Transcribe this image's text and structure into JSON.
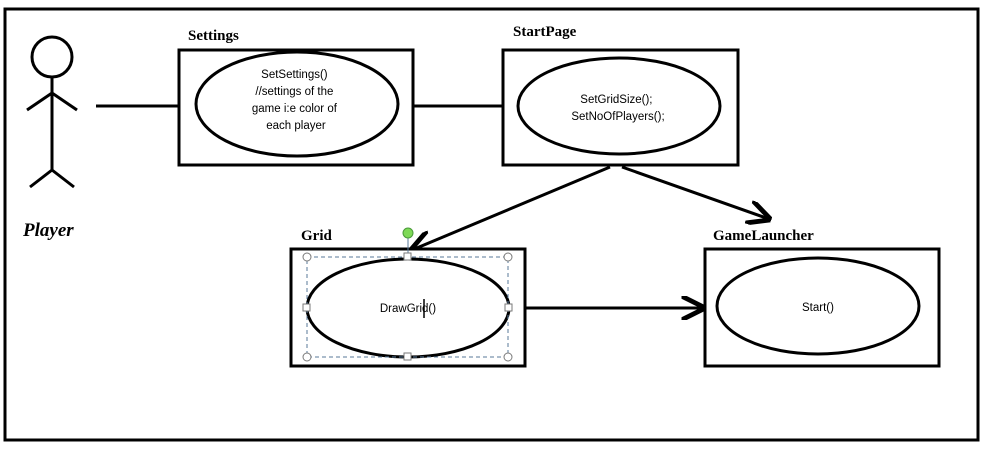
{
  "actor": {
    "label": "Player"
  },
  "boxes": {
    "settings": {
      "title": "Settings",
      "lines": [
        "SetSettings()",
        "//settings of the",
        "game i:e color of",
        "each player"
      ]
    },
    "startpage": {
      "title": "StartPage",
      "lines": [
        "SetGridSize();",
        "SetNoOfPlayers();"
      ]
    },
    "grid": {
      "title": "Grid",
      "lines": [
        "DrawGrid()"
      ]
    },
    "gamelauncher": {
      "title": "GameLauncher",
      "lines": [
        "Start()"
      ]
    }
  },
  "colors": {
    "stroke": "#000000",
    "selection": "#5a7a9a",
    "rotate_handle": "#7ed957"
  }
}
